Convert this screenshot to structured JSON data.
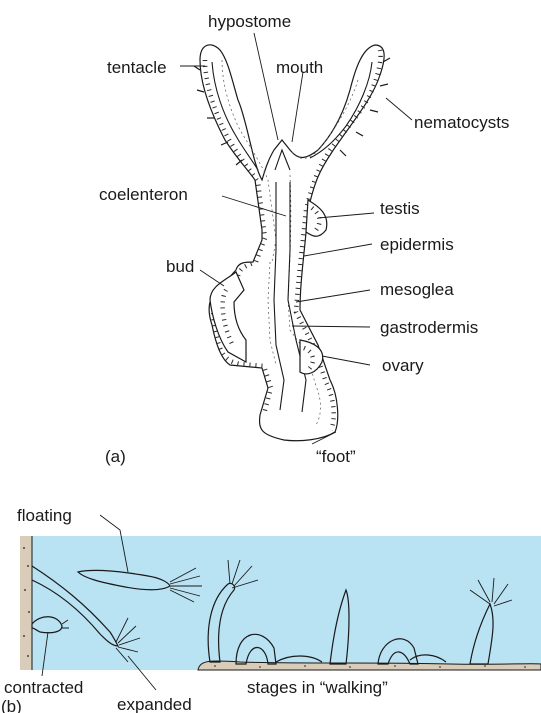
{
  "panel_a": {
    "letter": "(a)",
    "labels": {
      "hypostome": "hypostome",
      "tentacle": "tentacle",
      "mouth": "mouth",
      "nematocysts": "nematocysts",
      "coelenteron": "coelenteron",
      "testis": "testis",
      "epidermis": "epidermis",
      "bud": "bud",
      "mesoglea": "mesoglea",
      "gastrodermis": "gastrodermis",
      "ovary": "ovary",
      "foot": "“foot”"
    }
  },
  "panel_b": {
    "letter": "(b)",
    "background_color": "#b9e2f3",
    "labels": {
      "floating": "floating",
      "contracted": "contracted",
      "expanded": "expanded",
      "walking": "stages in “walking”"
    }
  }
}
